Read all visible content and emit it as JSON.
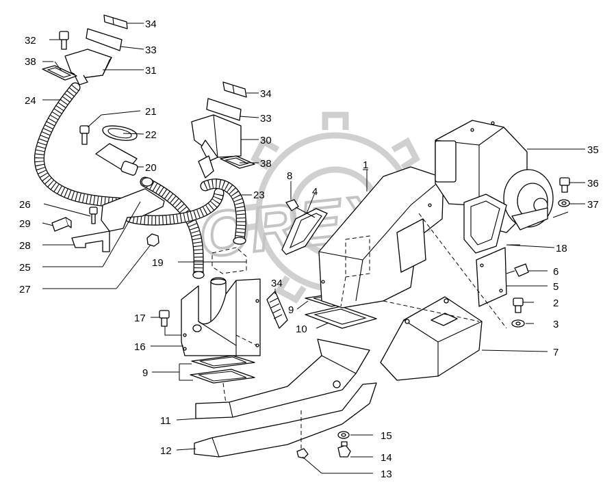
{
  "diagram": {
    "callouts": [
      {
        "id": "c34a",
        "label": "34"
      },
      {
        "id": "c33a",
        "label": "33"
      },
      {
        "id": "c32",
        "label": "32"
      },
      {
        "id": "c38a",
        "label": "38"
      },
      {
        "id": "c31",
        "label": "31"
      },
      {
        "id": "c24",
        "label": "24"
      },
      {
        "id": "c34b",
        "label": "34"
      },
      {
        "id": "c33b",
        "label": "33"
      },
      {
        "id": "c21",
        "label": "21"
      },
      {
        "id": "c22",
        "label": "22"
      },
      {
        "id": "c30",
        "label": "30"
      },
      {
        "id": "c38b",
        "label": "38"
      },
      {
        "id": "c1",
        "label": "1"
      },
      {
        "id": "c35",
        "label": "35"
      },
      {
        "id": "c20",
        "label": "20"
      },
      {
        "id": "c8",
        "label": "8"
      },
      {
        "id": "c23",
        "label": "23"
      },
      {
        "id": "c36",
        "label": "36"
      },
      {
        "id": "c4",
        "label": "4"
      },
      {
        "id": "c37",
        "label": "37"
      },
      {
        "id": "c26",
        "label": "26"
      },
      {
        "id": "c29",
        "label": "29"
      },
      {
        "id": "c28",
        "label": "28"
      },
      {
        "id": "c18",
        "label": "18"
      },
      {
        "id": "c19",
        "label": "19"
      },
      {
        "id": "c25",
        "label": "25"
      },
      {
        "id": "c6",
        "label": "6"
      },
      {
        "id": "c34c",
        "label": "34"
      },
      {
        "id": "c27",
        "label": "27"
      },
      {
        "id": "c5",
        "label": "5"
      },
      {
        "id": "c2",
        "label": "2"
      },
      {
        "id": "c9a",
        "label": "9"
      },
      {
        "id": "c17",
        "label": "17"
      },
      {
        "id": "c3",
        "label": "3"
      },
      {
        "id": "c10",
        "label": "10"
      },
      {
        "id": "c16",
        "label": "16"
      },
      {
        "id": "c7",
        "label": "7"
      },
      {
        "id": "c9b",
        "label": "9"
      },
      {
        "id": "c11",
        "label": "11"
      },
      {
        "id": "c15",
        "label": "15"
      },
      {
        "id": "c12",
        "label": "12"
      },
      {
        "id": "c14",
        "label": "14"
      },
      {
        "id": "c13",
        "label": "13"
      }
    ],
    "watermark": {
      "text": "OREX",
      "color": "#c4c4c4"
    }
  }
}
